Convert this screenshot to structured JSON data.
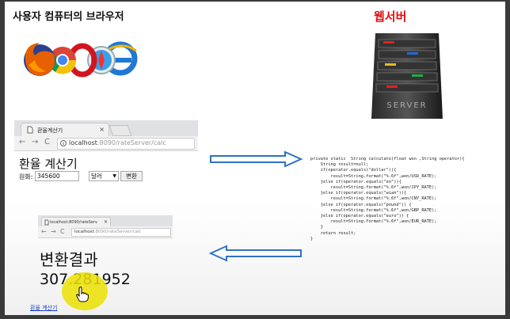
{
  "slide": {
    "title": "사용자 컴퓨터의 브라우저",
    "server_title": "웹서버",
    "server_label": "SERVER"
  },
  "browser1": {
    "tab_title": "환율계산기",
    "url_host": "localhost",
    "url_rest": ":8090/rateServer/calc",
    "page_title": "환율 계산기",
    "form": {
      "label": "원화:",
      "input_value": "345600",
      "currency_selected": "달러",
      "button_label": "변환"
    }
  },
  "browser2": {
    "tab_title": "localhost:8090/rateServ",
    "url_host": "localhost",
    "url_rest": ":8090/rateServer/calc",
    "result_title": "변환결과",
    "result_value": "307.281952",
    "link_label": "환율 계산기"
  },
  "code_lines": [
    "private static  String calculate(float won ,String operator){",
    "    String result=null;",
    "    if(operator.equals(\"dollar\")){",
    "        result=String.format(\"%.6f\",won/USD_RATE);",
    "    }else if(operator.equals(\"en\")){",
    "        result=String.format(\"%.6f\",won/JPY_RATE);",
    "    }else if(operator.equals(\"wian\")){",
    "        result=String.format(\"%.6f\",won/CNY_RATE);",
    "    }else if(operator.equals(\"pound\")) {",
    "        result=String.format(\"%.6f\",won/GBP_RATE);",
    "    }else if(operator.equals(\"euro\")) {",
    "        result=String.format(\"%.6f\",won/EUR_RATE);",
    "    }",
    "    return result;",
    "}"
  ],
  "colors": {
    "server_title": "#e01010",
    "arrow": "#2f72c4",
    "highlight": "#ebe100",
    "link": "#1a3ec7"
  },
  "icons": [
    "firefox-icon",
    "chrome-icon",
    "opera-icon",
    "safari-icon",
    "ie-icon",
    "server-icon",
    "right-arrow-icon",
    "left-arrow-icon",
    "hand-cursor-icon"
  ]
}
